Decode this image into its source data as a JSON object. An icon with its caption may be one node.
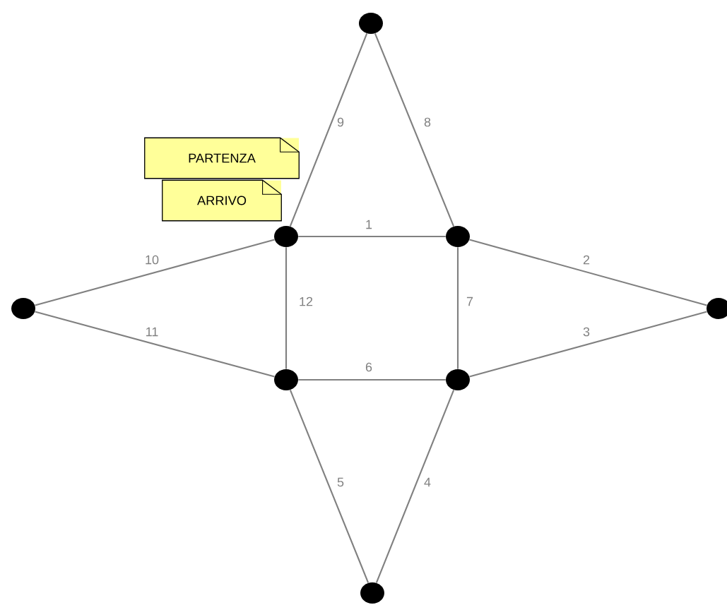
{
  "diagram": {
    "nodes": [
      {
        "text": [],
        "shape": "circle"
      },
      {
        "text": [
          "PARTENZA"
        ]
      },
      {
        "text": [
          "ARRIVO"
        ]
      },
      {
        "text": [],
        "shape": "circle"
      },
      {
        "text": [],
        "shape": "circle"
      },
      {
        "text": [],
        "shape": "circle"
      },
      {
        "text": [],
        "shape": "circle"
      },
      {
        "text": [],
        "shape": "circle"
      },
      {
        "text": [],
        "shape": "circle"
      },
      {
        "text": [],
        "shape": "circle"
      }
    ],
    "edges": [
      {
        "from": 3,
        "to": 4,
        "arrow": "none",
        "label": "1"
      },
      {
        "from": 4,
        "to": 6,
        "arrow": "none",
        "label": "2"
      },
      {
        "from": 8,
        "to": 6,
        "arrow": "none",
        "label": "3"
      },
      {
        "from": 8,
        "to": 9,
        "arrow": "none",
        "label": "4"
      },
      {
        "from": 7,
        "to": 9,
        "arrow": "none",
        "label": "5"
      },
      {
        "from": 7,
        "to": 8,
        "arrow": "none",
        "label": "6"
      },
      {
        "from": 4,
        "to": 8,
        "arrow": "none",
        "label": "7"
      },
      {
        "from": 0,
        "to": 4,
        "arrow": "none",
        "label": "8"
      },
      {
        "from": 0,
        "to": 3,
        "arrow": "none",
        "label": "9"
      },
      {
        "from": 5,
        "to": 3,
        "arrow": "none",
        "label": "10"
      },
      {
        "from": 5,
        "to": 7,
        "arrow": "none",
        "label": "11"
      },
      {
        "from": 3,
        "to": 7,
        "arrow": "none",
        "label": "12"
      }
    ]
  }
}
